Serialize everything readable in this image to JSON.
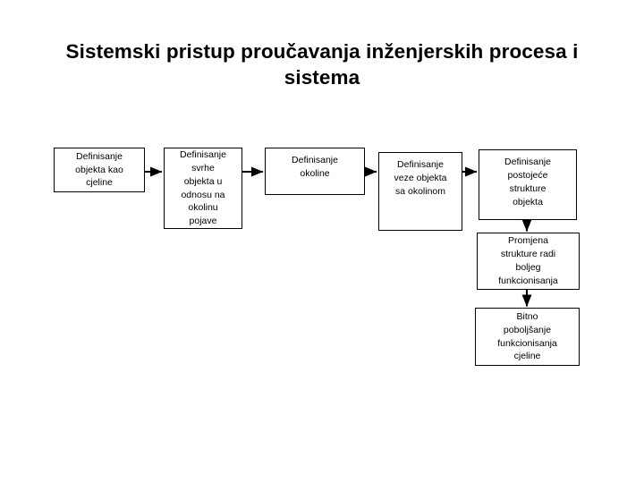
{
  "slide": {
    "title": "Sistemski pristup proučavanja inženjerskih procesa i sistema",
    "background_color": "#ffffff",
    "text_color": "#000000"
  },
  "diagram": {
    "type": "flowchart",
    "orientation": "left-to-right then top-to-bottom",
    "nodes": [
      {
        "id": "node-1",
        "label": "Definisanje\nobjekta kao\ncjeline"
      },
      {
        "id": "node-2",
        "label": "Definisanje\nsvrhe\nobjekta u\nodnosu na\nokolinu\npojave"
      },
      {
        "id": "node-3",
        "label": "Definisanje\nokoline"
      },
      {
        "id": "node-4",
        "label": "Definisanje\nveze objekta\nsa okolinom"
      },
      {
        "id": "node-5",
        "label": "Definisanje\npostojeće\nstrukture\nobjekta"
      },
      {
        "id": "node-6",
        "label": "Promjena\nstrukture radi\nboljeg\nfunkcionisanja"
      },
      {
        "id": "node-7",
        "label": "Bitno\npoboljšanje\nfunkcionisanja\ncjeline"
      }
    ],
    "edges": [
      {
        "from": "node-1",
        "to": "node-2",
        "direction": "right"
      },
      {
        "from": "node-2",
        "to": "node-3",
        "direction": "right"
      },
      {
        "from": "node-3",
        "to": "node-4",
        "direction": "right"
      },
      {
        "from": "node-4",
        "to": "node-5",
        "direction": "right"
      },
      {
        "from": "node-5",
        "to": "node-6",
        "direction": "down"
      },
      {
        "from": "node-6",
        "to": "node-7",
        "direction": "down"
      }
    ]
  }
}
